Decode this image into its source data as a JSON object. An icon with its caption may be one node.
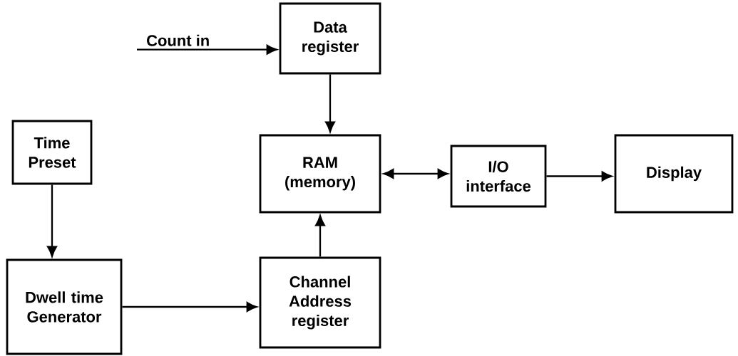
{
  "diagram": {
    "nodes": [
      {
        "text": [
          "Data register"
        ]
      },
      {
        "text": [
          "RAM (memory)"
        ]
      },
      {
        "text": [
          "I/O interface"
        ]
      },
      {
        "text": [
          "Display"
        ]
      },
      {
        "text": [
          "Time Preset"
        ]
      },
      {
        "text": [
          "Dwell time Generator"
        ]
      },
      {
        "text": [
          "Channel Address register"
        ]
      }
    ],
    "edges": [
      {
        "from": null,
        "to": 0,
        "arrow": "to",
        "label": "Count in"
      },
      {
        "from": 0,
        "to": 1,
        "arrow": "to"
      },
      {
        "from": 1,
        "to": 2,
        "arrow": "both"
      },
      {
        "from": 2,
        "to": 3,
        "arrow": "to"
      },
      {
        "from": 4,
        "to": 5,
        "arrow": "to"
      },
      {
        "from": 5,
        "to": 6,
        "arrow": "to"
      },
      {
        "from": 6,
        "to": 1,
        "arrow": "to"
      }
    ]
  }
}
